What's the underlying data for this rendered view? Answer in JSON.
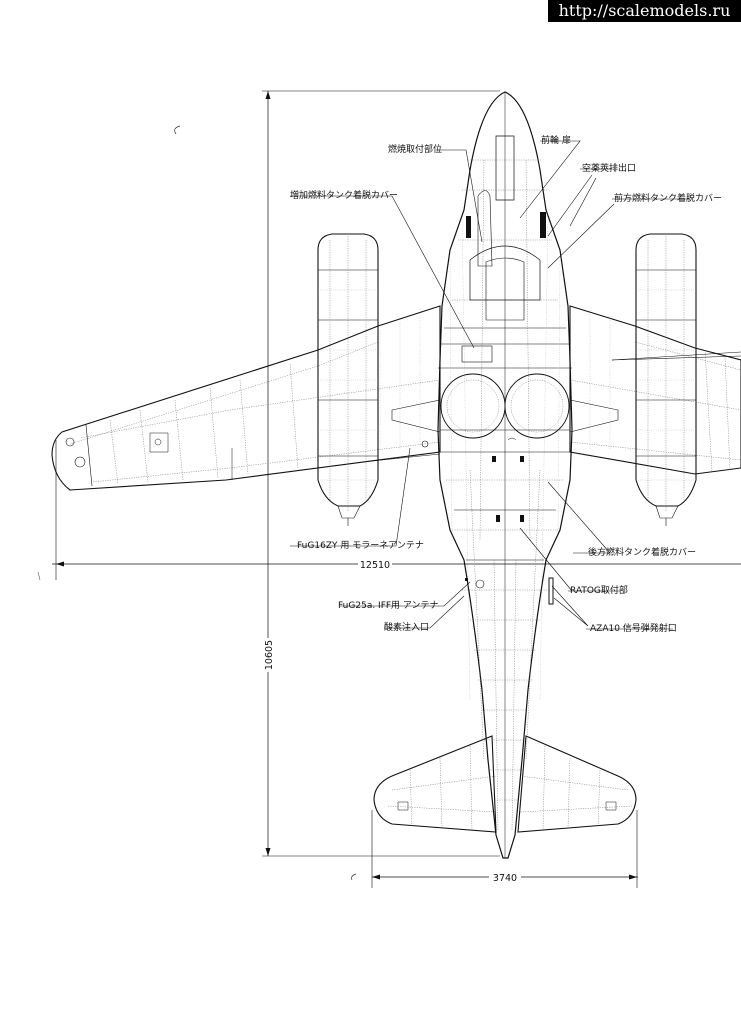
{
  "watermark": {
    "text": "http://scalemodels.ru"
  },
  "labels": {
    "l1": "燃焼取付部位",
    "l2": "前輪 扉",
    "l3": "空薬莢排出口",
    "l4": "前方燃料タンク着脱カバー",
    "l5": "増加燃料タンク着脱カバー",
    "l6": "FuG16ZY 用 モラーネアンテナ",
    "l7": "後方燃料タンク着脱カバー",
    "l8": "RATOG取付部",
    "l9": "FuG25a. IFF用 アンテナ",
    "l10": "AZA10 信号弾発射口",
    "l11": "酸素注入口"
  },
  "dimensions": {
    "span": "12510",
    "length": "10605",
    "tailspan": "3740"
  }
}
